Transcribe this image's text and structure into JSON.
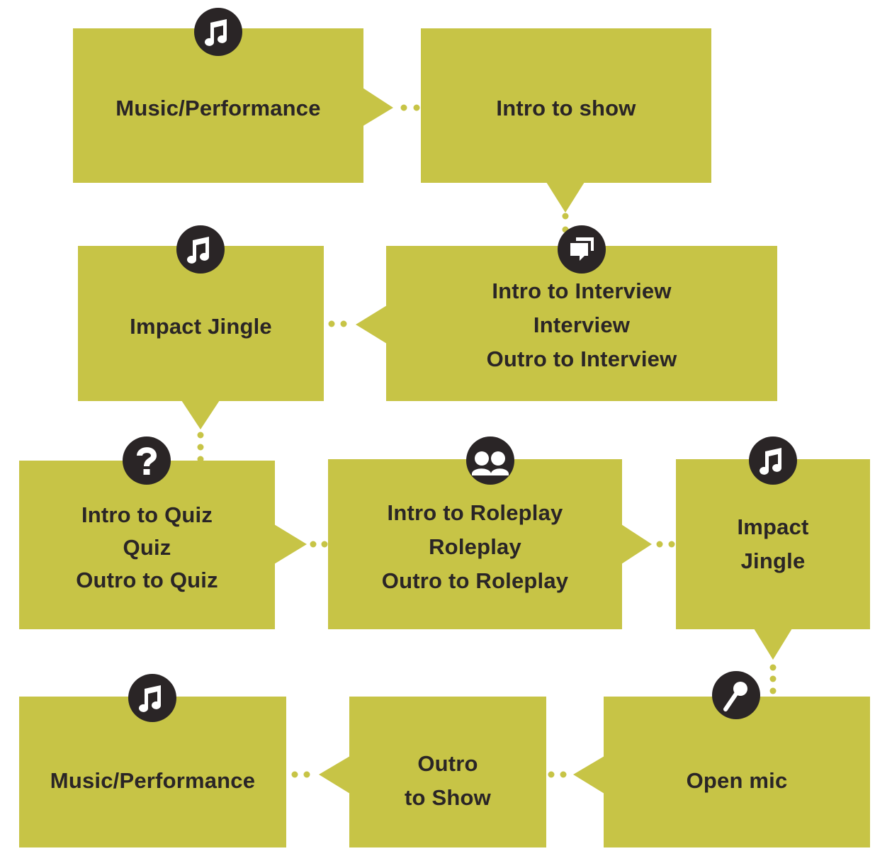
{
  "colors": {
    "box": "#c7c446",
    "icon_bg": "#2a2526",
    "text": "#2a2526",
    "dots": "#c7c446"
  },
  "nodes": [
    {
      "id": "music-performance-1",
      "lines": [
        "Music/Performance"
      ],
      "icon": "music-note-icon"
    },
    {
      "id": "intro-to-show",
      "lines": [
        "Intro to show"
      ],
      "icon": ""
    },
    {
      "id": "impact-jingle-1",
      "lines": [
        "Impact Jingle"
      ],
      "icon": "music-note-icon"
    },
    {
      "id": "interview",
      "lines": [
        "Intro to Interview",
        "Interview",
        "Outro to Interview"
      ],
      "icon": "speech-bubbles-icon"
    },
    {
      "id": "quiz",
      "lines": [
        "Intro to Quiz",
        "Quiz",
        "Outro to Quiz"
      ],
      "icon": "question-mark-icon"
    },
    {
      "id": "roleplay",
      "lines": [
        "Intro to Roleplay",
        "Roleplay",
        "Outro to Roleplay"
      ],
      "icon": "people-icon"
    },
    {
      "id": "impact-jingle-2",
      "lines": [
        "Impact",
        "Jingle"
      ],
      "icon": "music-note-icon"
    },
    {
      "id": "music-performance-2",
      "lines": [
        "Music/Performance"
      ],
      "icon": "music-note-icon"
    },
    {
      "id": "outro-to-show",
      "lines": [
        "Outro",
        "to Show"
      ],
      "icon": ""
    },
    {
      "id": "open-mic",
      "lines": [
        "Open mic"
      ],
      "icon": "microphone-icon"
    }
  ],
  "flow": [
    "music-performance-1",
    "intro-to-show",
    "interview",
    "impact-jingle-1",
    "quiz",
    "roleplay",
    "impact-jingle-2",
    "open-mic",
    "outro-to-show",
    "music-performance-2"
  ]
}
